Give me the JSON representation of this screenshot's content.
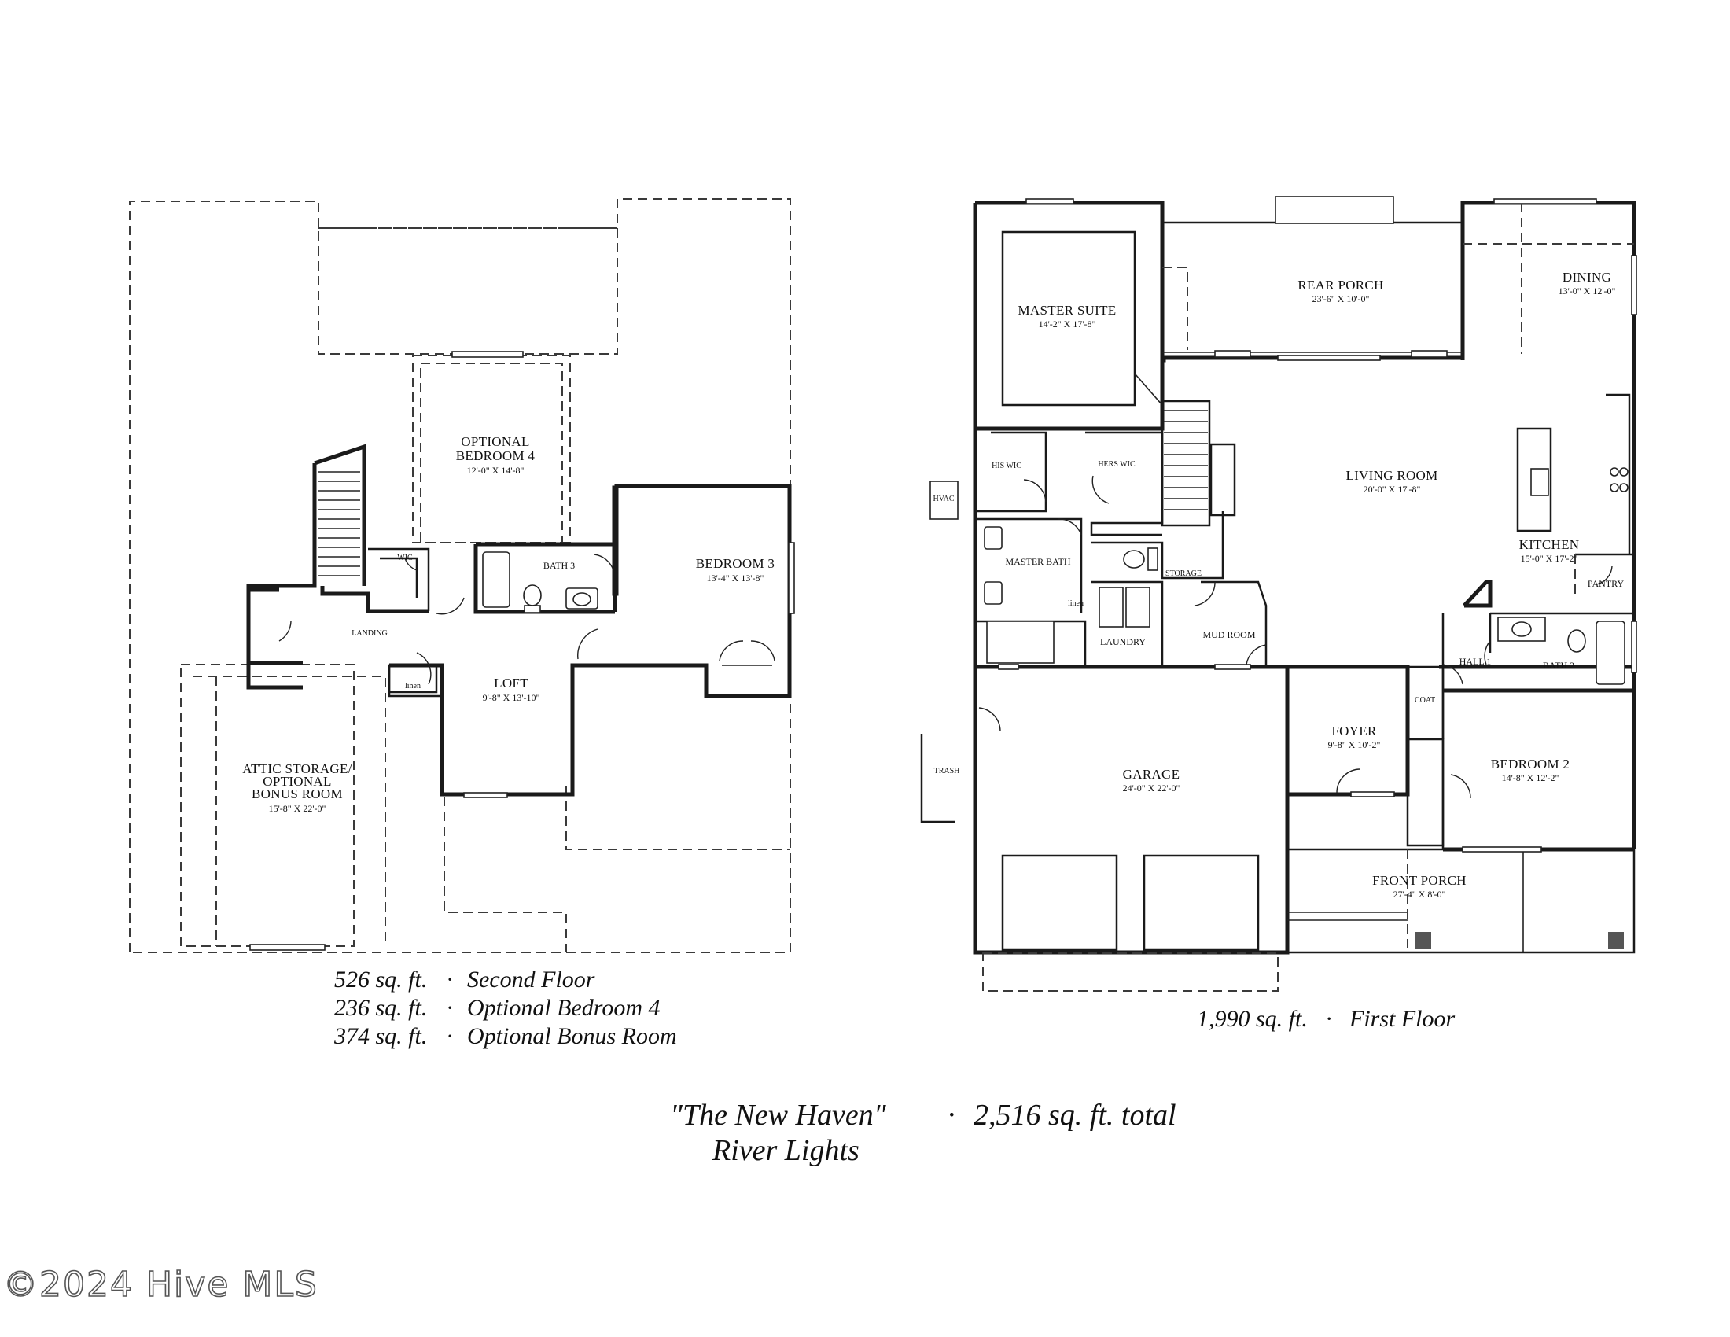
{
  "second_floor": {
    "rooms": {
      "optional_bedroom_4": {
        "name_line1": "OPTIONAL",
        "name_line2": "BEDROOM 4",
        "dim": "12'-0\" X 14'-8\""
      },
      "bath_3": {
        "name": "BATH 3"
      },
      "bedroom_3": {
        "name": "BEDROOM 3",
        "dim": "13'-4\" X 13'-8\""
      },
      "wic": {
        "name": "WIC"
      },
      "landing": {
        "name": "LANDING"
      },
      "loft": {
        "name": "LOFT",
        "dim": "9'-8\" X 13'-10\""
      },
      "linen": {
        "name": "linen"
      },
      "attic": {
        "name_line1": "ATTIC STORAGE/",
        "name_line2": "OPTIONAL",
        "name_line3": "BONUS ROOM",
        "dim": "15'-8\" X 22'-0\""
      }
    },
    "captions": [
      {
        "sqft": "526 sq. ft.",
        "sep": "·",
        "label": "Second Floor"
      },
      {
        "sqft": "236 sq. ft.",
        "sep": "·",
        "label": "Optional Bedroom 4"
      },
      {
        "sqft": "374 sq. ft.",
        "sep": "·",
        "label": "Optional Bonus Room"
      }
    ]
  },
  "first_floor": {
    "rooms": {
      "master_suite": {
        "name": "MASTER SUITE",
        "dim": "14'-2\" X 17'-8\""
      },
      "rear_porch": {
        "name": "REAR PORCH",
        "dim": "23'-6\" X 10'-0\""
      },
      "dining": {
        "name": "DINING",
        "dim": "13'-0\" X 12'-0\""
      },
      "his_wic": {
        "name": "HIS WIC"
      },
      "hers_wic": {
        "name": "HERS WIC"
      },
      "hvac": {
        "name": "HVAC"
      },
      "living_room": {
        "name": "LIVING ROOM",
        "dim": "20'-0\" X 17'-8\""
      },
      "kitchen": {
        "name": "KITCHEN",
        "dim": "15'-0\" X 17'-2\""
      },
      "pantry": {
        "name": "PANTRY"
      },
      "master_bath": {
        "name": "MASTER BATH"
      },
      "storage": {
        "name": "STORAGE"
      },
      "linen": {
        "name": "linen"
      },
      "laundry": {
        "name": "LAUNDRY"
      },
      "mud_room": {
        "name": "MUD ROOM"
      },
      "hall_1": {
        "name": "HALL 1"
      },
      "bath_2": {
        "name": "BATH 2"
      },
      "coat": {
        "name": "COAT"
      },
      "trash": {
        "name": "TRASH"
      },
      "garage": {
        "name": "GARAGE",
        "dim": "24'-0\" X 22'-0\""
      },
      "foyer": {
        "name": "FOYER",
        "dim": "9'-8\" X 10'-2\""
      },
      "bedroom_2": {
        "name": "BEDROOM 2",
        "dim": "14'-8\" X 12'-2\""
      },
      "front_porch": {
        "name": "FRONT PORCH",
        "dim": "27'-4\" X 8'-0\""
      }
    },
    "caption": {
      "sqft": "1,990 sq. ft.",
      "sep": "·",
      "label": "First Floor"
    }
  },
  "title_block": {
    "plan_name": "\"The New Haven\"",
    "sep": "·",
    "total": "2,516 sq. ft. total",
    "community": "River Lights"
  },
  "watermark": "©2024 Hive MLS"
}
